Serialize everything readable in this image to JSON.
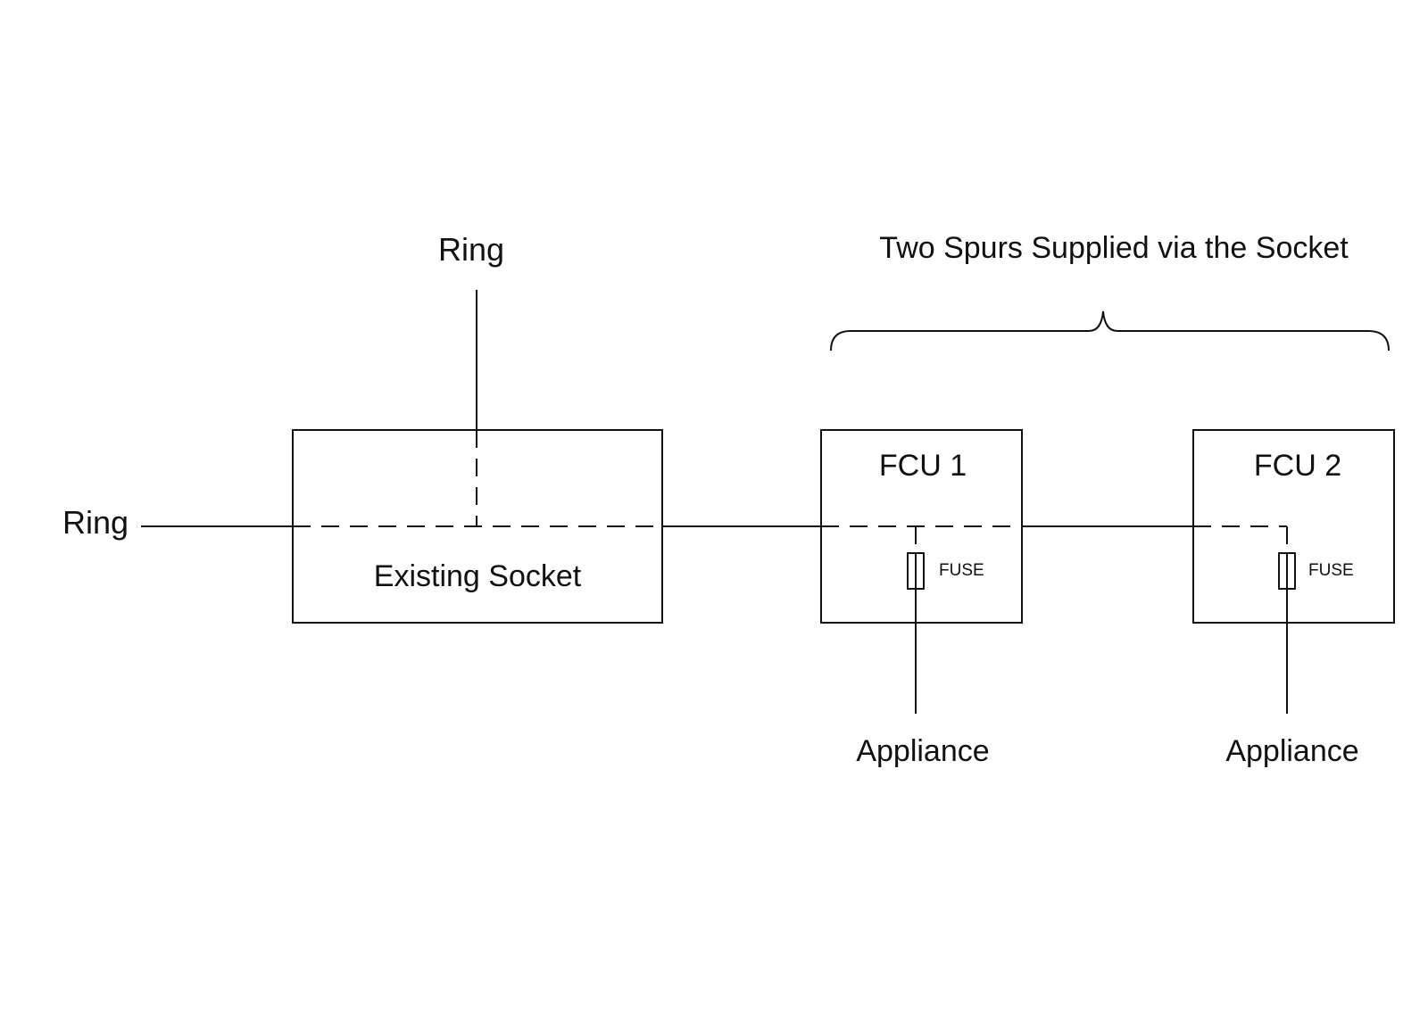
{
  "labels": {
    "ring_top": "Ring",
    "ring_left": "Ring",
    "existing_socket": "Existing Socket",
    "spurs_title": "Two Spurs Supplied via the Socket",
    "fcu1": "FCU 1",
    "fcu2": "FCU 2",
    "fuse1": "FUSE",
    "fuse2": "FUSE",
    "appliance1": "Appliance",
    "appliance2": "Appliance"
  },
  "colors": {
    "line": "#111111",
    "background": "#ffffff"
  }
}
